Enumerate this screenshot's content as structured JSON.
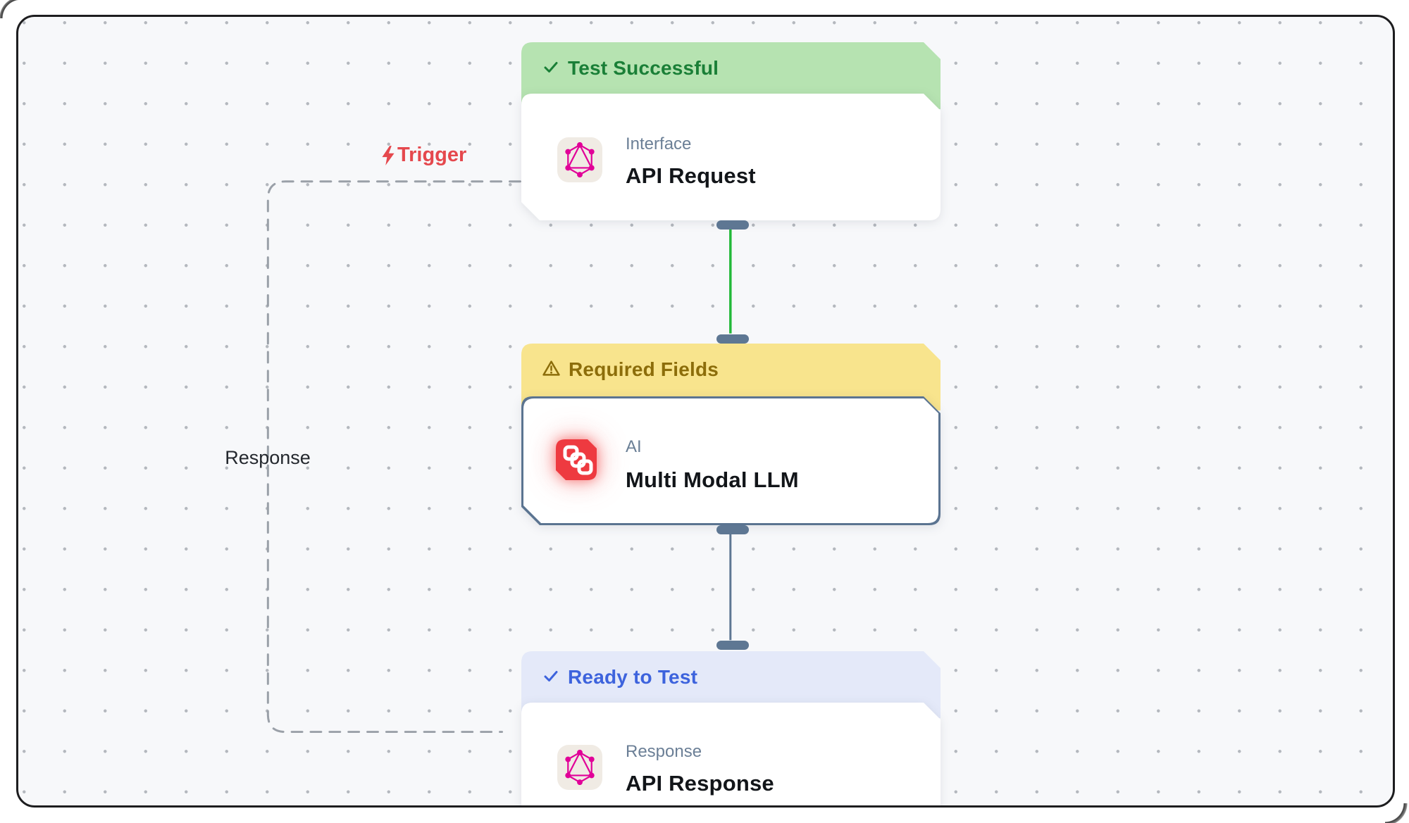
{
  "canvas": {
    "background": "#f7f8fa",
    "dot_color": "#b4b8be",
    "frame_border_color": "#1d1d1f"
  },
  "nodes": [
    {
      "id": "api-request",
      "status_banner": {
        "label": "Test Successful",
        "icon": "check-icon",
        "bg": "#b6e3b1",
        "color": "#1a7f37"
      },
      "category": "Interface",
      "title": "API Request",
      "icon": "graphql-icon"
    },
    {
      "id": "multi-modal-llm",
      "status_banner": {
        "label": "Required Fields",
        "icon": "warning-icon",
        "bg": "#f8e48d",
        "color": "#8c6d0a"
      },
      "category": "AI",
      "title": "Multi Modal LLM",
      "icon": "chain-icon",
      "selected": true,
      "border_color": "#5b7491"
    },
    {
      "id": "api-response",
      "status_banner": {
        "label": "Ready to Test",
        "icon": "check-icon",
        "bg": "#e4e9f9",
        "color": "#3d63dd"
      },
      "category": "Response",
      "title": "API Response",
      "icon": "graphql-icon"
    }
  ],
  "edges": {
    "trigger": {
      "label": "Trigger",
      "color": "#e5484d",
      "style": "dashed",
      "line_color": "#9aa0a8"
    },
    "response": {
      "label": "Response",
      "style": "dashed",
      "line_color": "#9aa0a8"
    },
    "node1_to_node2": {
      "color": "#23b939",
      "style": "solid"
    },
    "node2_to_node3": {
      "color": "#5e7793",
      "style": "solid"
    },
    "handle_color": "#5e7793"
  },
  "icon_colors": {
    "graphql_pink": "#e10098",
    "icon_bg_beige": "#f0ebe4",
    "chain_red": "#ee3a40"
  }
}
